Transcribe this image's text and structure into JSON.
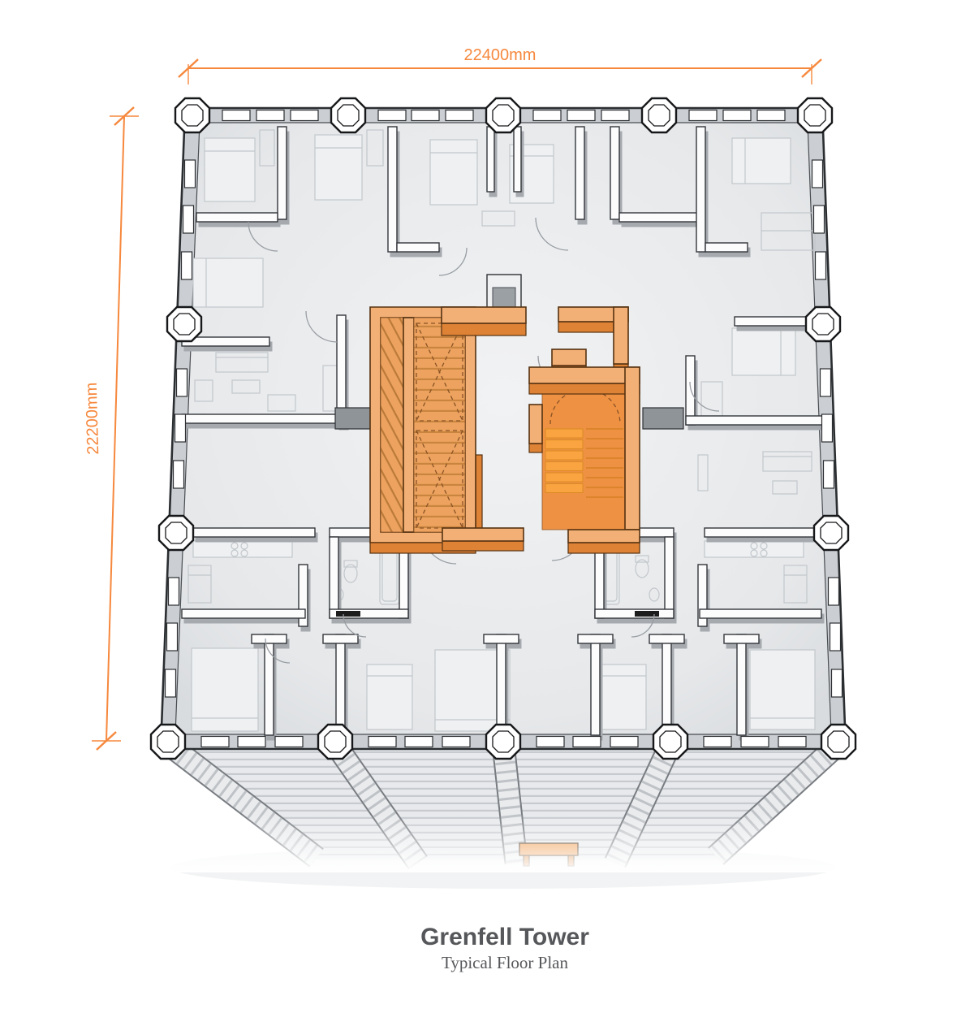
{
  "dimensions": {
    "top": {
      "label": "22400mm"
    },
    "left": {
      "label": "22200mm"
    }
  },
  "title": {
    "heading": "Grenfell Tower",
    "subheading": "Typical Floor Plan"
  },
  "colors": {
    "dimension_orange": "#f6883d",
    "core_wall_top": "#f3b076",
    "core_wall_front": "#de8236",
    "stair_floor": "#ee9143",
    "stair_tread": "#f9a441",
    "wall_outline": "#33363a",
    "title_text": "#56575a"
  }
}
